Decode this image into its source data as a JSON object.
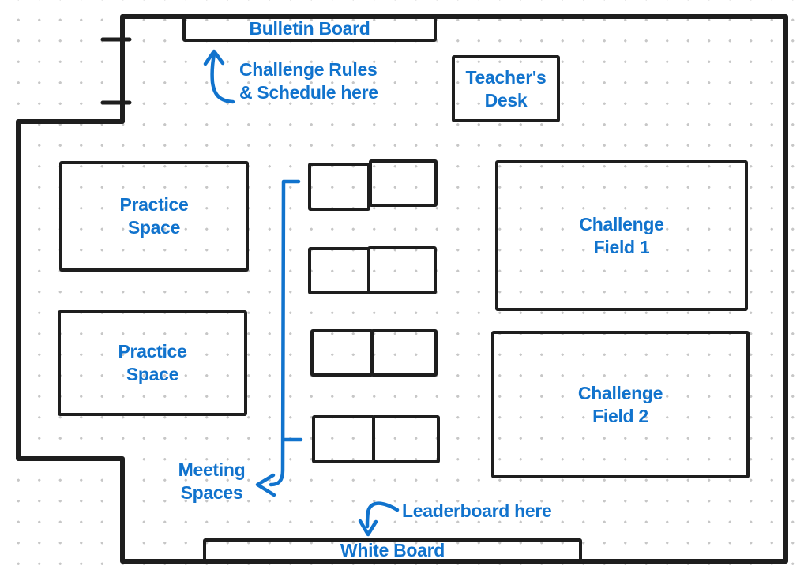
{
  "colors": {
    "accent_blue": "#1173cd",
    "wall_black": "#1e1e1e",
    "grid_dot": "#c7c7c7",
    "background": "#ffffff"
  },
  "areas": {
    "bulletin_board": {
      "label": "Bulletin Board"
    },
    "teachers_desk": {
      "line1": "Teacher's",
      "line2": "Desk"
    },
    "practice_space_1": {
      "line1": "Practice",
      "line2": "Space"
    },
    "practice_space_2": {
      "line1": "Practice",
      "line2": "Space"
    },
    "challenge_field_1": {
      "line1": "Challenge",
      "line2": "Field 1"
    },
    "challenge_field_2": {
      "line1": "Challenge",
      "line2": "Field 2"
    },
    "white_board": {
      "label": "White Board"
    }
  },
  "annotations": {
    "challenge_rules": {
      "line1": "Challenge Rules",
      "line2": "& Schedule here",
      "arrow": "up-arrow"
    },
    "meeting_spaces": {
      "line1": "Meeting",
      "line2": "Spaces",
      "arrow": "bracket-left-arrow"
    },
    "leaderboard": {
      "label": "Leaderboard here",
      "arrow": "down-arrow"
    }
  }
}
